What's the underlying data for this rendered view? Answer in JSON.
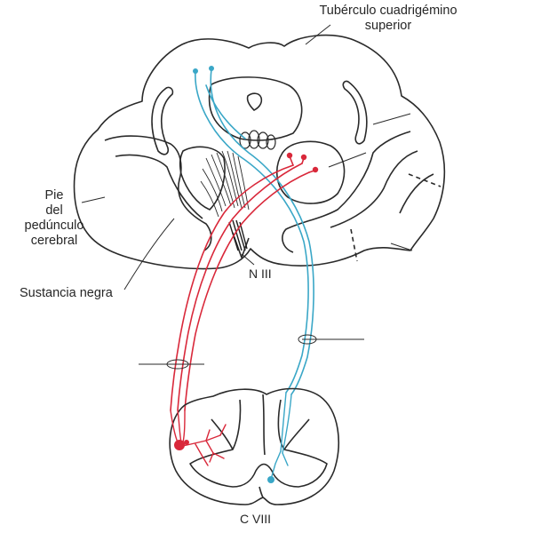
{
  "labels": {
    "tuberculo_line1": "Tubérculo cuadrigémino",
    "tuberculo_line2": "superior",
    "pie_line1": "Pie",
    "pie_line2": "del",
    "pie_line3": "pedúnculo",
    "pie_line4": "cerebral",
    "sustancia": "Sustancia negra",
    "n3": "N III",
    "c8": "C VIII"
  },
  "colors": {
    "outline": "#2a2a2a",
    "red_tract": "#d9283a",
    "blue_tract": "#3aa7c7"
  }
}
